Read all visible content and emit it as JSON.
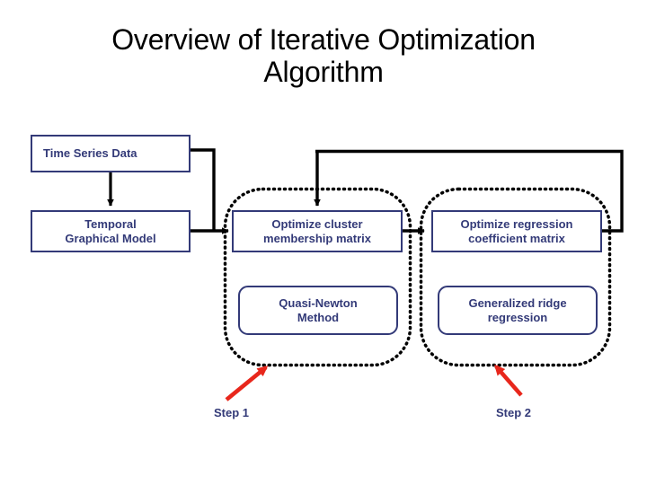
{
  "slide": {
    "title": "Overview of Iterative Optimization\nAlgorithm",
    "background_color": "#ffffff",
    "node_border_color": "#333a78",
    "node_text_color": "#333a78",
    "connector_color": "#000000",
    "accent_color": "#e8271c"
  },
  "nodes": {
    "time_series_data": {
      "label": "Time Series Data"
    },
    "temporal_graphical_model": {
      "label": "Temporal\nGraphical Model"
    },
    "optimize_cluster": {
      "label": "Optimize cluster\nmembership matrix"
    },
    "quasi_newton": {
      "label": "Quasi-Newton\nMethod"
    },
    "optimize_regression": {
      "label": "Optimize regression\ncoefficient matrix"
    },
    "generalized_ridge": {
      "label": "Generalized ridge\nregression"
    }
  },
  "steps": [
    {
      "label": "Step 1"
    },
    {
      "label": "Step 2"
    }
  ]
}
